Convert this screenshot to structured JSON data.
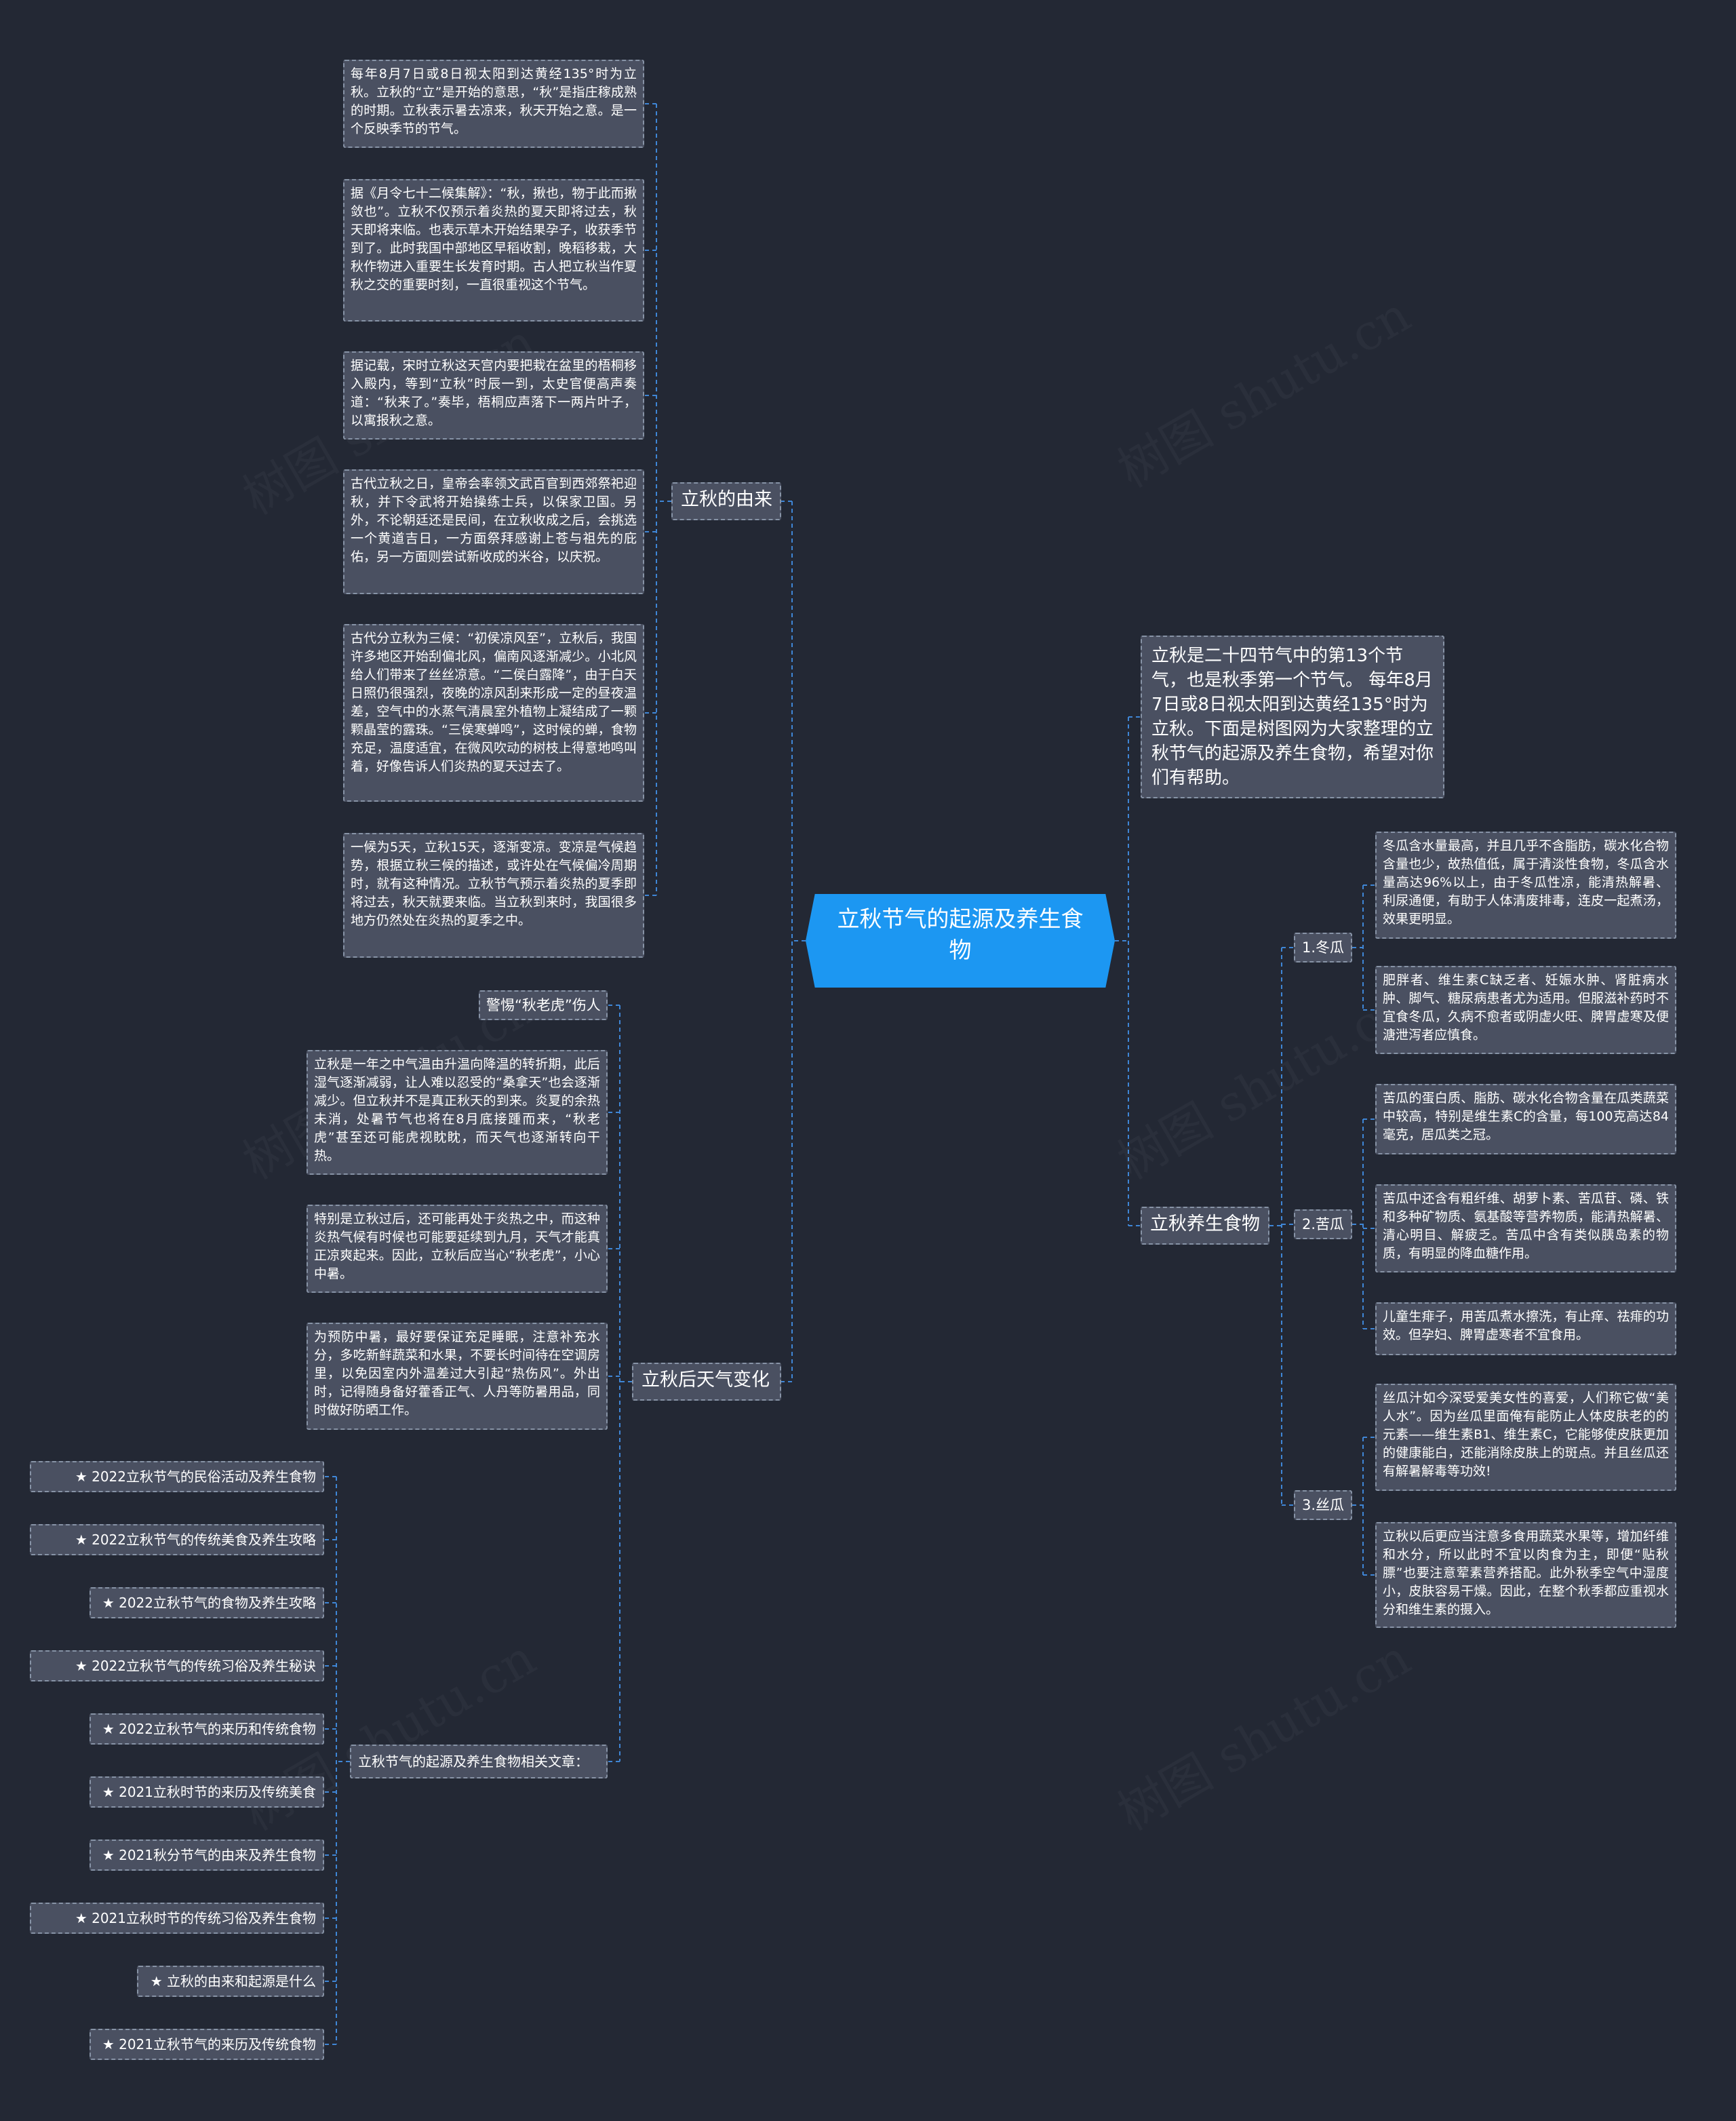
{
  "root": {
    "title": "立秋节气的起源及养生食物"
  },
  "intro": "立秋是二十四节气中的第13个节气，也是秋季第一个节气。 每年8月7日或8日视太阳到达黄经135°时为立秋。下面是树图网为大家整理的立秋节气的起源及养生食物，希望对你们有帮助。",
  "origin": {
    "label": "立秋的由来",
    "items": [
      "每年8月7日或8日视太阳到达黄经135°时为立秋。立秋的“立”是开始的意思，“秋”是指庄稼成熟的时期。立秋表示暑去凉来，秋天开始之意。是一个反映季节的节气。",
      "据《月令七十二候集解》：“秋，揪也，物于此而揪敛也”。立秋不仅预示着炎热的夏天即将过去，秋天即将来临。也表示草木开始结果孕子，收获季节到了。此时我国中部地区早稻收割，晚稻移栽，大秋作物进入重要生长发育时期。古人把立秋当作夏秋之交的重要时刻，一直很重视这个节气。",
      "据记载，宋时立秋这天宫内要把栽在盆里的梧桐移入殿内，等到“立秋”时辰一到，太史官便高声奏道：“秋来了。”奏毕，梧桐应声落下一两片叶子，以寓报秋之意。",
      "古代立秋之日，皇帝会率领文武百官到西郊祭祀迎秋，并下令武将开始操练士兵，以保家卫国。另外，不论朝廷还是民间，在立秋收成之后，会挑选一个黄道吉日，一方面祭拜感谢上苍与祖先的庇佑，另一方面则尝试新收成的米谷，以庆祝。",
      "古代分立秋为三候：“初侯凉风至”，立秋后，我国许多地区开始刮偏北风，偏南风逐渐减少。小北风给人们带来了丝丝凉意。“二侯白露降”，由于白天日照仍很强烈，夜晚的凉风刮来形成一定的昼夜温差，空气中的水蒸气清晨室外植物上凝结成了一颗颗晶莹的露珠。“三侯寒蝉鸣”，这时候的蝉，食物充足，温度适宜，在微风吹动的树枝上得意地鸣叫着，好像告诉人们炎热的夏天过去了。",
      "一候为5天，立秋15天，逐渐变凉。变凉是气候趋势，根据立秋三候的描述，或许处在气候偏冷周期时，就有这种情况。立秋节气预示着炎热的夏季即将过去，秋天就要来临。当立秋到来时，我国很多地方仍然处在炎热的夏季之中。"
    ]
  },
  "weather": {
    "label": "立秋后天气变化",
    "items": [
      "警惕“秋老虎”伤人",
      "立秋是一年之中气温由升温向降温的转折期，此后湿气逐渐减弱，让人难以忍受的“桑拿天”也会逐渐减少。但立秋并不是真正秋天的到来。炎夏的余热未消，处暑节气也将在8月底接踵而来，“秋老虎”甚至还可能虎视眈眈，而天气也逐渐转向干热。",
      "特别是立秋过后，还可能再处于炎热之中，而这种炎热气候有时候也可能要延续到九月，天气才能真正凉爽起来。因此，立秋后应当心“秋老虎”，小心中暑。",
      "为预防中暑，最好要保证充足睡眠，注意补充水分，多吃新鲜蔬菜和水果，不要长时间待在空调房里，以免因室内外温差过大引起“热伤风”。外出时，记得随身备好藿香正气、人丹等防暑用品，同时做好防晒工作。"
    ]
  },
  "related": {
    "label": "立秋节气的起源及养生食物相关文章：",
    "items": [
      "★ 2022立秋节气的民俗活动及养生食物",
      "★ 2022立秋节气的传统美食及养生攻略",
      "★ 2022立秋节气的食物及养生攻略",
      "★ 2022立秋节气的传统习俗及养生秘诀",
      "★ 2022立秋节气的来历和传统食物",
      "★ 2021立秋时节的来历及传统美食",
      "★ 2021秋分节气的由来及养生食物",
      "★ 2021立秋时节的传统习俗及养生食物",
      "★ 立秋的由来和起源是什么",
      "★ 2021立秋节气的来历及传统食物"
    ]
  },
  "foods": {
    "label": "立秋养生食物",
    "groups": [
      {
        "name": "1.冬瓜",
        "items": [
          "冬瓜含水量最高，并且几乎不含脂肪，碳水化合物含量也少，故热值低，属于清淡性食物，冬瓜含水量高达96%以上，由于冬瓜性凉，能清热解暑、利尿通便，有助于人体清废排毒，连皮一起煮汤，效果更明显。",
          "肥胖者、维生素C缺乏者、妊娠水肿、肾脏病水肿、脚气、糖尿病患者尤为适用。但服滋补药时不宜食冬瓜，久病不愈者或阴虚火旺、脾胃虚寒及便溏泄泻者应慎食。"
        ]
      },
      {
        "name": "2.苦瓜",
        "items": [
          "苦瓜的蛋白质、脂肪、碳水化合物含量在瓜类蔬菜中较高，特别是维生素C的含量，每100克高达84毫克，居瓜类之冠。",
          "苦瓜中还含有粗纤维、胡萝卜素、苦瓜苷、磷、铁和多种矿物质、氨基酸等营养物质，能清热解暑、清心明目、解疲乏。苦瓜中含有类似胰岛素的物质，有明显的降血糖作用。",
          "儿童生痱子，用苦瓜煮水擦洗，有止痒、祛痱的功效。但孕妇、脾胃虚寒者不宜食用。"
        ]
      },
      {
        "name": "3.丝瓜",
        "items": [
          "丝瓜汁如今深受爱美女性的喜爱，人们称它做“美人水”。因为丝瓜里面俺有能防止人体皮肤老的的元素——维生素B1、维生素C，它能够使皮肤更加的健康能白，还能消除皮肤上的斑点。并且丝瓜还有解暑解毒等功效!",
          "立秋以后更应当注意多食用蔬菜水果等，增加纤维和水分，所以此时不宜以肉食为主，即便“贴秋膘”也要注意荤素营养搭配。此外秋季空气中湿度小，皮肤容易干燥。因此，在整个秋季都应重视水分和维生素的摄入。"
        ]
      }
    ]
  }
}
